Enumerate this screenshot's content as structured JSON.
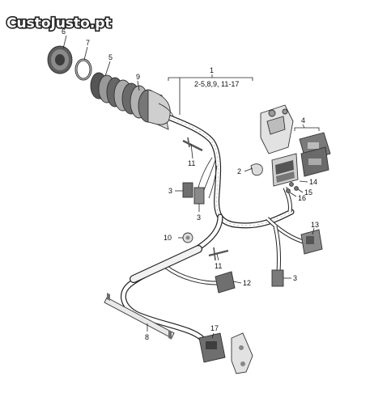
{
  "watermark": {
    "text": "CustoJusto.pt"
  },
  "callouts": {
    "n1": "1",
    "n1_range": "2-5,8,9, 11-17",
    "n2": "2",
    "n3a": "3",
    "n3b": "3",
    "n3c": "3",
    "n4": "4",
    "n5": "5",
    "n6": "6",
    "n7": "7",
    "n8": "8",
    "n9": "9",
    "n10": "10",
    "n11a": "11",
    "n11b": "11",
    "n12": "12",
    "n13": "13",
    "n14": "14",
    "n15": "15",
    "n16": "16",
    "n17": "17"
  },
  "colors": {
    "line": "#222222",
    "part_fill": "#e9e9e9",
    "part_dark": "#6f6f6f",
    "harness": "#ffffff"
  }
}
